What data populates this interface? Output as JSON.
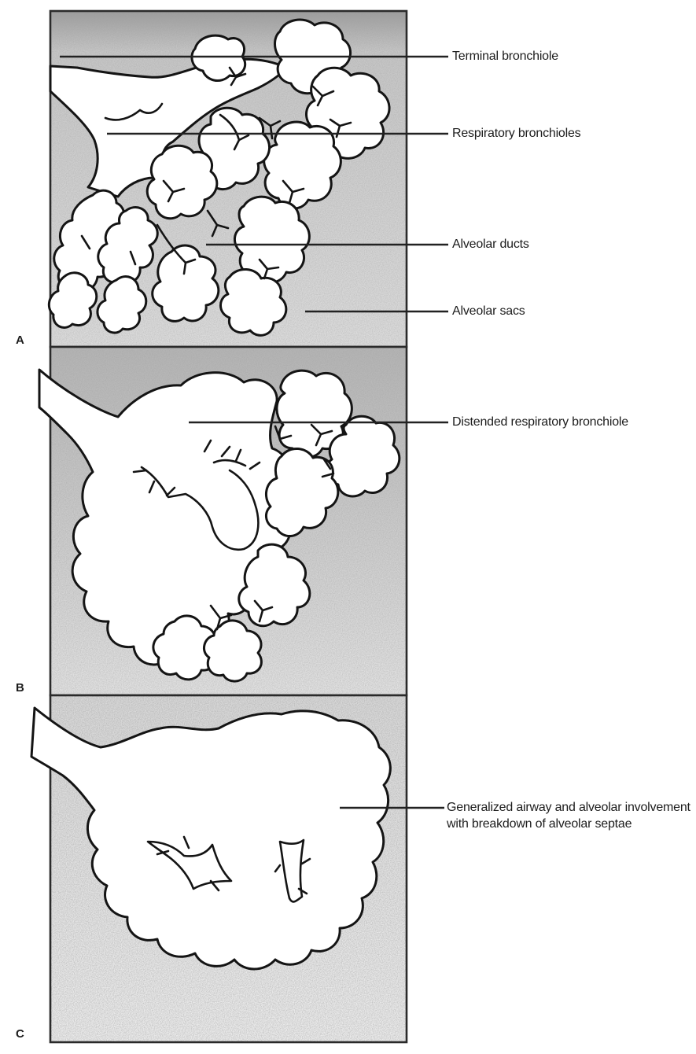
{
  "panels": {
    "a": {
      "letter": "A",
      "labels": {
        "terminal_bronchiole": "Terminal bronchiole",
        "respiratory_bronchioles": "Respiratory bronchioles",
        "alveolar_ducts": "Alveolar ducts",
        "alveolar_sacs": "Alveolar sacs"
      }
    },
    "b": {
      "letter": "B",
      "labels": {
        "distended_respiratory_bronchiole": "Distended respiratory bronchiole"
      }
    },
    "c": {
      "letter": "C",
      "labels": {
        "generalized_involvement": "Generalized airway and alveolar involvement with breakdown of alveolar septae"
      }
    }
  },
  "colors": {
    "outline": "#141414",
    "panel_shading": "#bdbdbd",
    "background": "#ffffff"
  }
}
